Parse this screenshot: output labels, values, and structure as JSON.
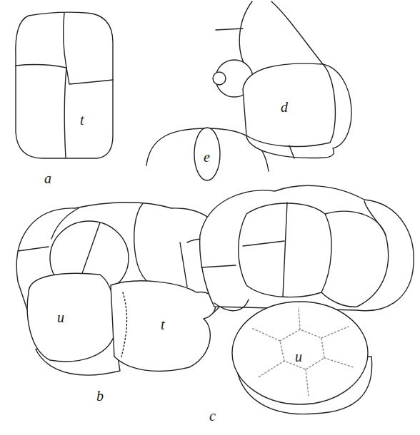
{
  "diagram": {
    "labels": [
      "t",
      "a",
      "e",
      "d",
      "u",
      "t",
      "b",
      "u",
      "c"
    ]
  }
}
